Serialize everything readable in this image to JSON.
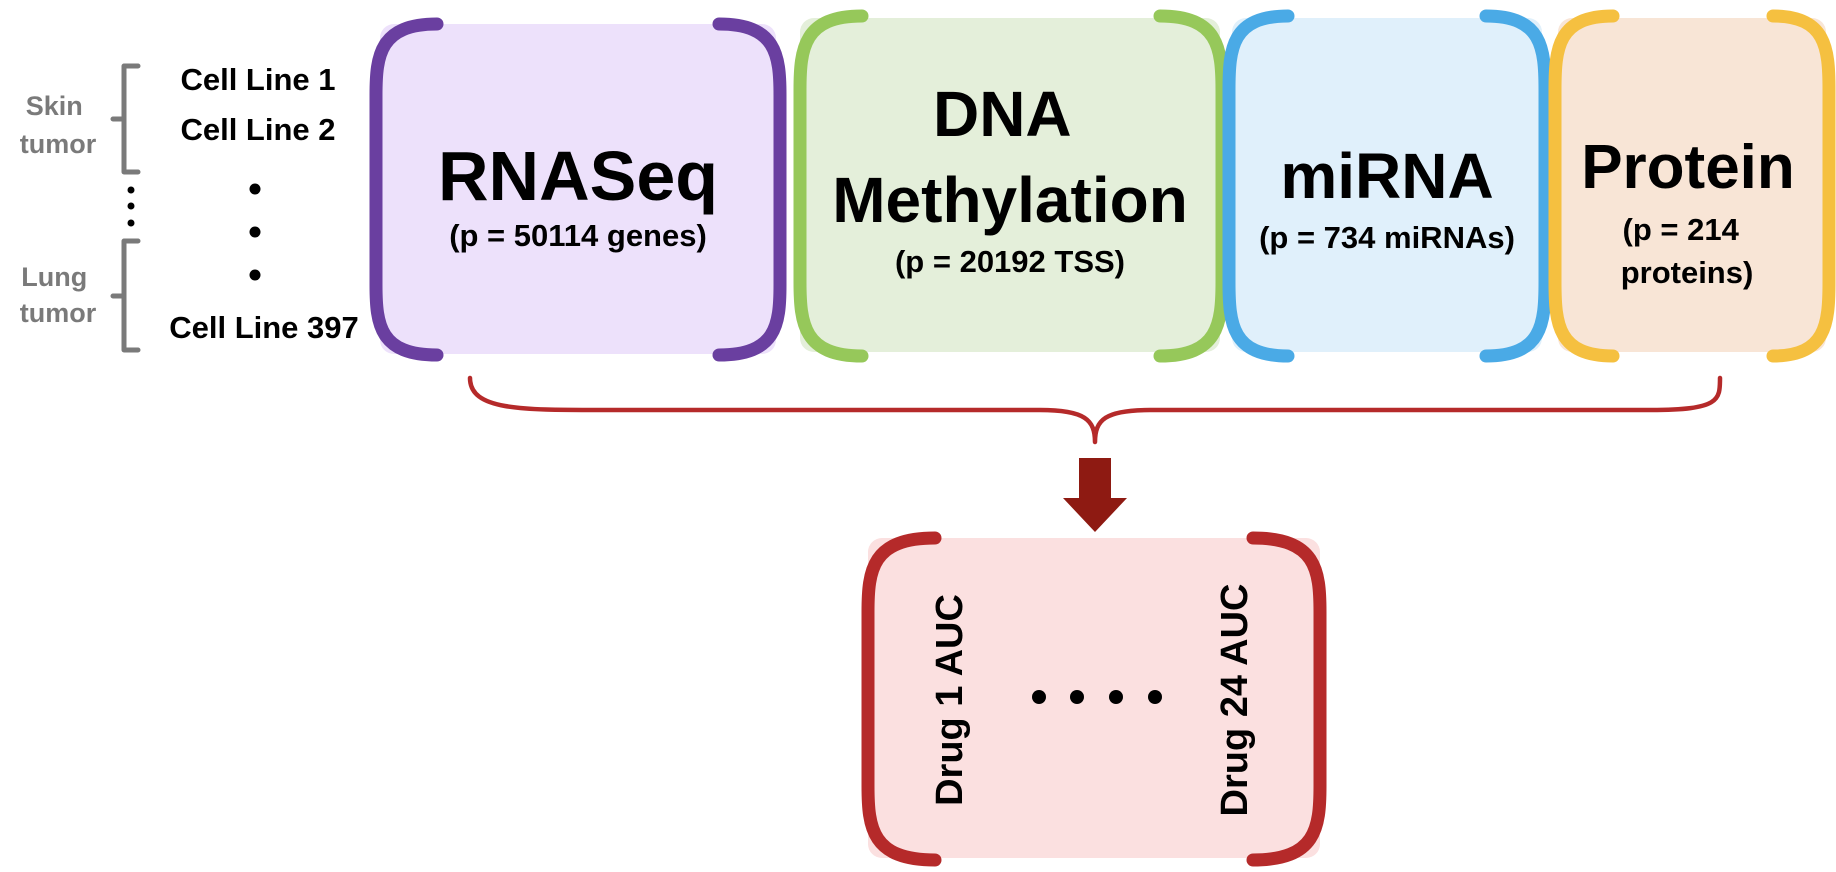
{
  "cell_lines": {
    "group_labels": [
      {
        "line1": "Skin",
        "line2": "tumor"
      },
      {
        "line1": "Lung",
        "line2": "tumor"
      }
    ],
    "items": [
      "Cell Line 1",
      "Cell Line 2",
      "Cell Line 397"
    ]
  },
  "omics": [
    {
      "title_lines": [
        "RNASeq"
      ],
      "detail_lines": [
        "(p = 50114 genes)"
      ],
      "bracket_color": "#6a3fa0",
      "fill_color": "#ede1fb"
    },
    {
      "title_lines": [
        "DNA",
        "Methylation"
      ],
      "detail_lines": [
        "(p = 20192 TSS)"
      ],
      "bracket_color": "#96c85a",
      "fill_color": "#e4efda"
    },
    {
      "title_lines": [
        "miRNA"
      ],
      "detail_lines": [
        "(p = 734 miRNAs)"
      ],
      "bracket_color": "#4aaae6",
      "fill_color": "#e0f0fb"
    },
    {
      "title_lines": [
        "Protein"
      ],
      "detail_lines": [
        "(p = 214",
        "proteins)"
      ],
      "bracket_color": "#f5c040",
      "fill_color": "#f8e5d6"
    }
  ],
  "output": {
    "first_label": "Drug 1 AUC",
    "last_label": "Drug 24 AUC",
    "bracket_color": "#b52a2a",
    "fill_color": "#fbe0e0"
  },
  "connector_color": "#b52a2a",
  "arrow_color": "#8e1a12",
  "group_bracket_color": "#7a7a7a"
}
